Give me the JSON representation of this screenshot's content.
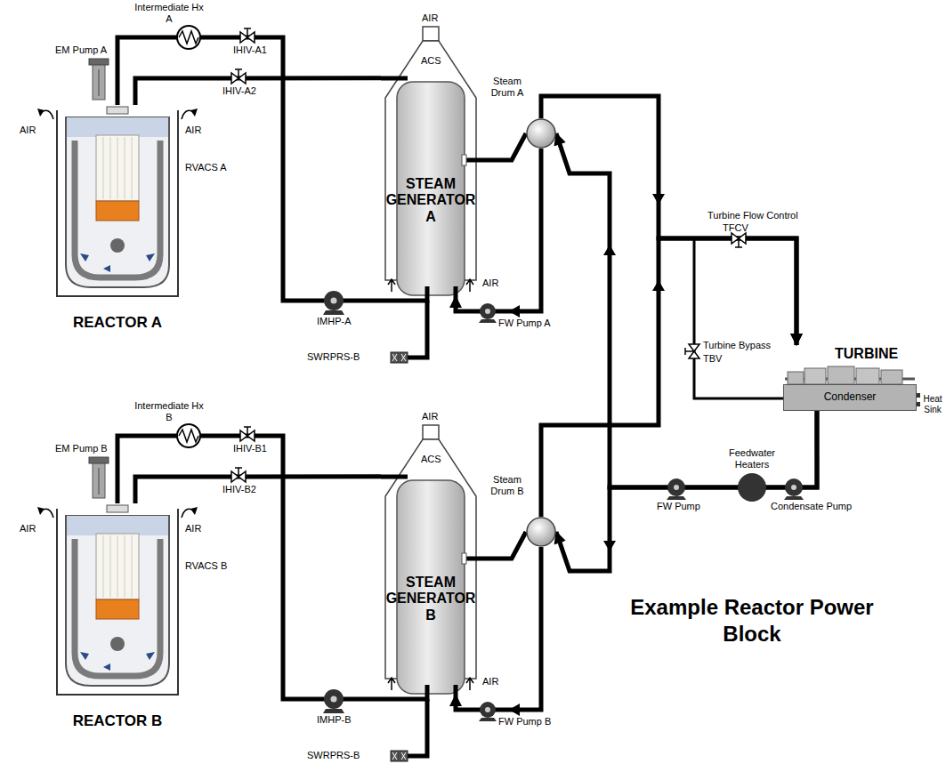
{
  "diagram": {
    "title": "Example Reactor Power Block",
    "nodes": [
      {
        "text": [
          "REACTOR A"
        ]
      },
      {
        "text": [
          "STEAM GENERATOR A"
        ]
      },
      {
        "text": [
          "Steam Drum A"
        ]
      },
      {
        "text": [
          "TURBINE"
        ]
      },
      {
        "text": [
          "Condenser"
        ],
        "in": 3
      },
      {
        "text": [
          "REACTOR B"
        ]
      },
      {
        "text": [
          "STEAM GENERATOR B"
        ]
      },
      {
        "text": [
          "Steam Drum B"
        ]
      }
    ],
    "edges": [
      {
        "from": 0,
        "to": 1,
        "arrow": "none"
      },
      {
        "from": 0,
        "to": 1,
        "arrow": "none"
      },
      {
        "from": 1,
        "to": 2,
        "arrow": "none"
      },
      {
        "from": 2,
        "to": 1,
        "arrow": "to"
      },
      {
        "from": 2,
        "to": 3,
        "arrow": "to"
      },
      {
        "from": 4,
        "to": 2,
        "arrow": "to"
      },
      {
        "from": 5,
        "to": 6,
        "arrow": "none"
      },
      {
        "from": 5,
        "to": 6,
        "arrow": "none"
      },
      {
        "from": 6,
        "to": 7,
        "arrow": "none"
      },
      {
        "from": 7,
        "to": 6,
        "arrow": "to"
      },
      {
        "from": 7,
        "to": 3,
        "arrow": "to"
      },
      {
        "from": 4,
        "to": 7,
        "arrow": "to"
      }
    ],
    "labels": [
      "Intermediate Hx A",
      "EM Pump A",
      "AIR",
      "AIR",
      "IHIV-A1",
      "IHIV-A2",
      "RVACS A",
      "AIR",
      "ACS",
      "AIR",
      "IMHP-A",
      "FW Pump A",
      "SWRPRS-B",
      "Intermediate Hx B",
      "EM Pump B",
      "AIR",
      "AIR",
      "IHIV-B1",
      "IHIV-B2",
      "RVACS B",
      "AIR",
      "ACS",
      "AIR",
      "IMHP-B",
      "FW Pump B",
      "SWRPRS-B",
      "Turbine Flow Control",
      "TFCV",
      "Turbine Bypass",
      "TBV",
      "Heat Sink",
      "Feedwater Heaters",
      "FW Pump",
      "Condensate Pump"
    ]
  }
}
